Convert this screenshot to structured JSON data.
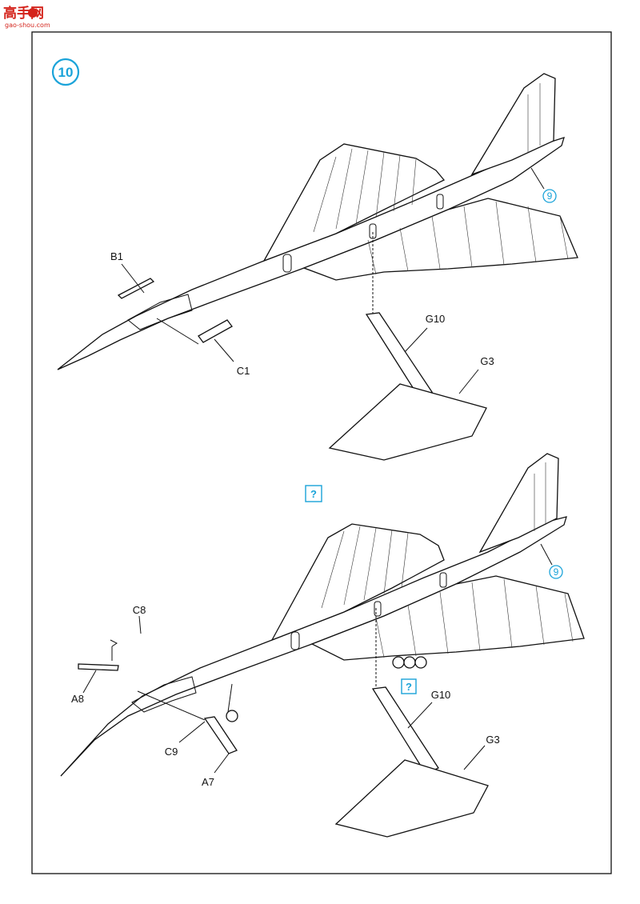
{
  "watermark": {
    "title": "高手网",
    "url": "gao-shou.com"
  },
  "step": {
    "number": "10"
  },
  "top_view": {
    "ref": "9",
    "callouts": {
      "b1": "B1",
      "c1": "C1",
      "g10": "G10",
      "g3": "G3"
    }
  },
  "bottom_view": {
    "ref": "9",
    "question_mark": "?",
    "question_mark_small": "?",
    "callouts": {
      "c8": "C8",
      "a8": "A8",
      "c9": "C9",
      "a7": "A7",
      "g10": "G10",
      "g3": "G3"
    }
  },
  "colors": {
    "accent": "#1aa3d9",
    "watermark": "#d4241c",
    "line": "#111111"
  }
}
